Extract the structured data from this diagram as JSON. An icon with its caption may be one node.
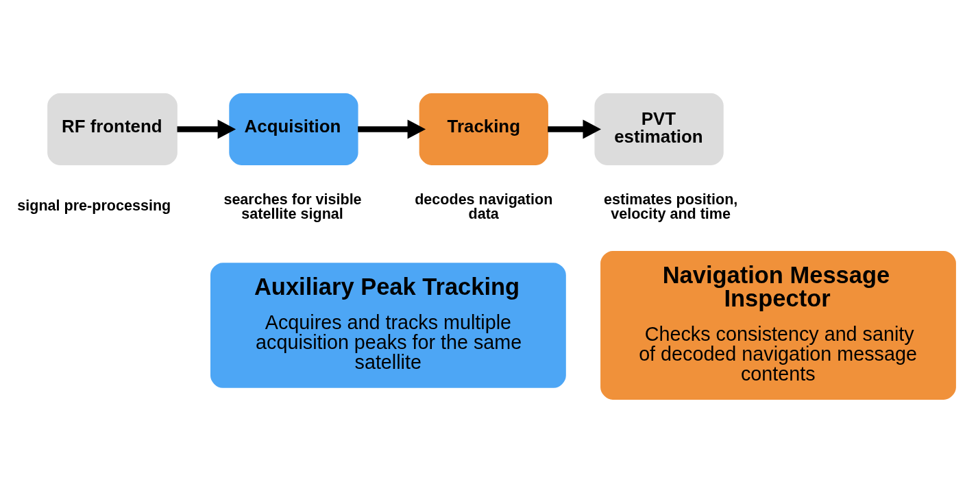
{
  "diagram": {
    "nodes": [
      {
        "text": [
          "RF frontend"
        ],
        "beside": [
          "signal pre-processing"
        ]
      },
      {
        "text": [
          "Acquisition"
        ],
        "beside": [
          "searches for visible satellite signal"
        ]
      },
      {
        "text": [
          "Tracking"
        ],
        "beside": [
          "decodes navigation data"
        ]
      },
      {
        "text": [
          "PVT estimation"
        ],
        "beside": [
          "estimates position, velocity and time"
        ]
      },
      {
        "text": [
          "Auxiliary Peak Tracking",
          "Acquires and tracks multiple acquisition peaks for the same satellite"
        ]
      },
      {
        "text": [
          "Navigation Message Inspector",
          "Checks consistency and sanity of decoded navigation message contents"
        ]
      }
    ],
    "edges": [
      {
        "from": 0,
        "to": 1,
        "arrow": "to"
      },
      {
        "from": 1,
        "to": 2,
        "arrow": "to"
      },
      {
        "from": 2,
        "to": 3,
        "arrow": "to"
      }
    ]
  }
}
